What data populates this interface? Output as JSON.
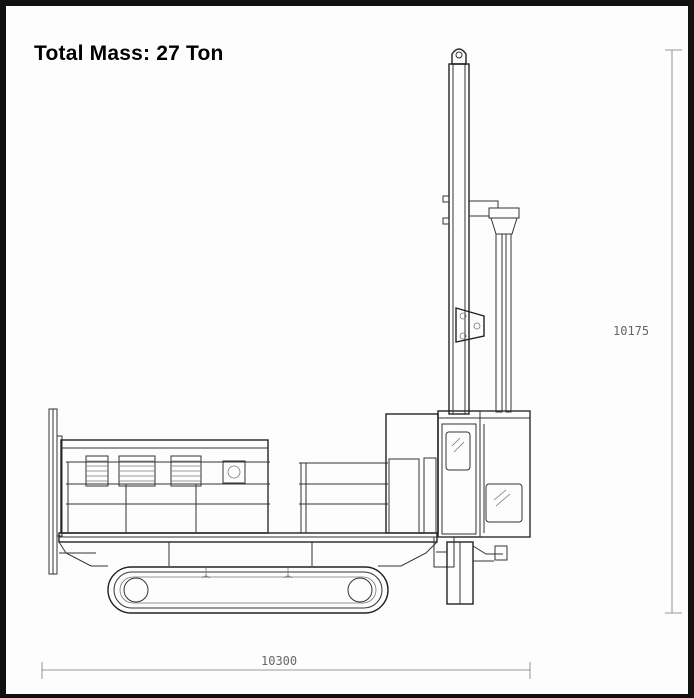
{
  "title": "Total Mass: 27 Ton",
  "dimensions": {
    "height_label": "10175",
    "length_label": "10300"
  },
  "colors": {
    "border": "#111111",
    "line": "#333333",
    "dimension_text": "#666666"
  }
}
